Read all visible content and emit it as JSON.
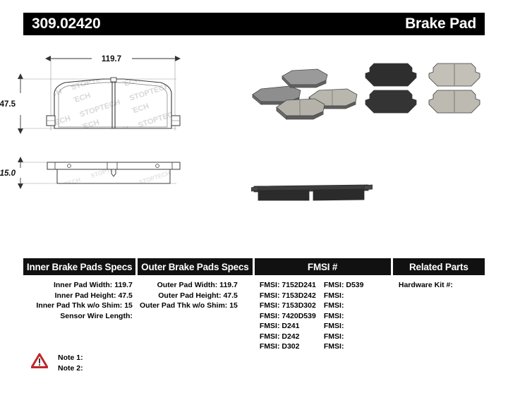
{
  "header": {
    "part_number": "309.02420",
    "product_type": "Brake Pad"
  },
  "drawing": {
    "width_dim": "119.7",
    "height_dim": "47.5",
    "thickness_dim": "15.0",
    "brand_watermark": "STOPTECH"
  },
  "table": {
    "headers": {
      "inner": "Inner Brake Pads Specs",
      "outer": "Outer Brake Pads Specs",
      "fmsi": "FMSI #",
      "related": "Related Parts"
    },
    "inner_specs": [
      "Inner Pad Width: 119.7",
      "Inner Pad Height: 47.5",
      "Inner Pad Thk w/o Shim: 15",
      "Sensor Wire Length:"
    ],
    "outer_specs": [
      "Outer Pad Width: 119.7",
      "Outer Pad Height: 47.5",
      "Outer Pad Thk w/o Shim: 15"
    ],
    "fmsi_rows": [
      {
        "left": "FMSI: 7152D241",
        "right": "FMSI:  D539"
      },
      {
        "left": "FMSI: 7153D242",
        "right": "FMSI:"
      },
      {
        "left": "FMSI: 7153D302",
        "right": "FMSI:"
      },
      {
        "left": "FMSI: 7420D539",
        "right": "FMSI:"
      },
      {
        "left": "FMSI: D241",
        "right": "FMSI:"
      },
      {
        "left": "FMSI: D242",
        "right": "FMSI:"
      },
      {
        "left": "FMSI: D302",
        "right": "FMSI:"
      }
    ],
    "related_parts": [
      "Hardware Kit #:"
    ]
  },
  "notes": {
    "icon": "warning-triangle-icon",
    "lines": [
      "Note 1:",
      "Note 2:"
    ]
  },
  "colors": {
    "bar_black": "#111111",
    "page_white": "#ffffff",
    "warning_red": "#c0272d",
    "line_grey": "#555555"
  }
}
